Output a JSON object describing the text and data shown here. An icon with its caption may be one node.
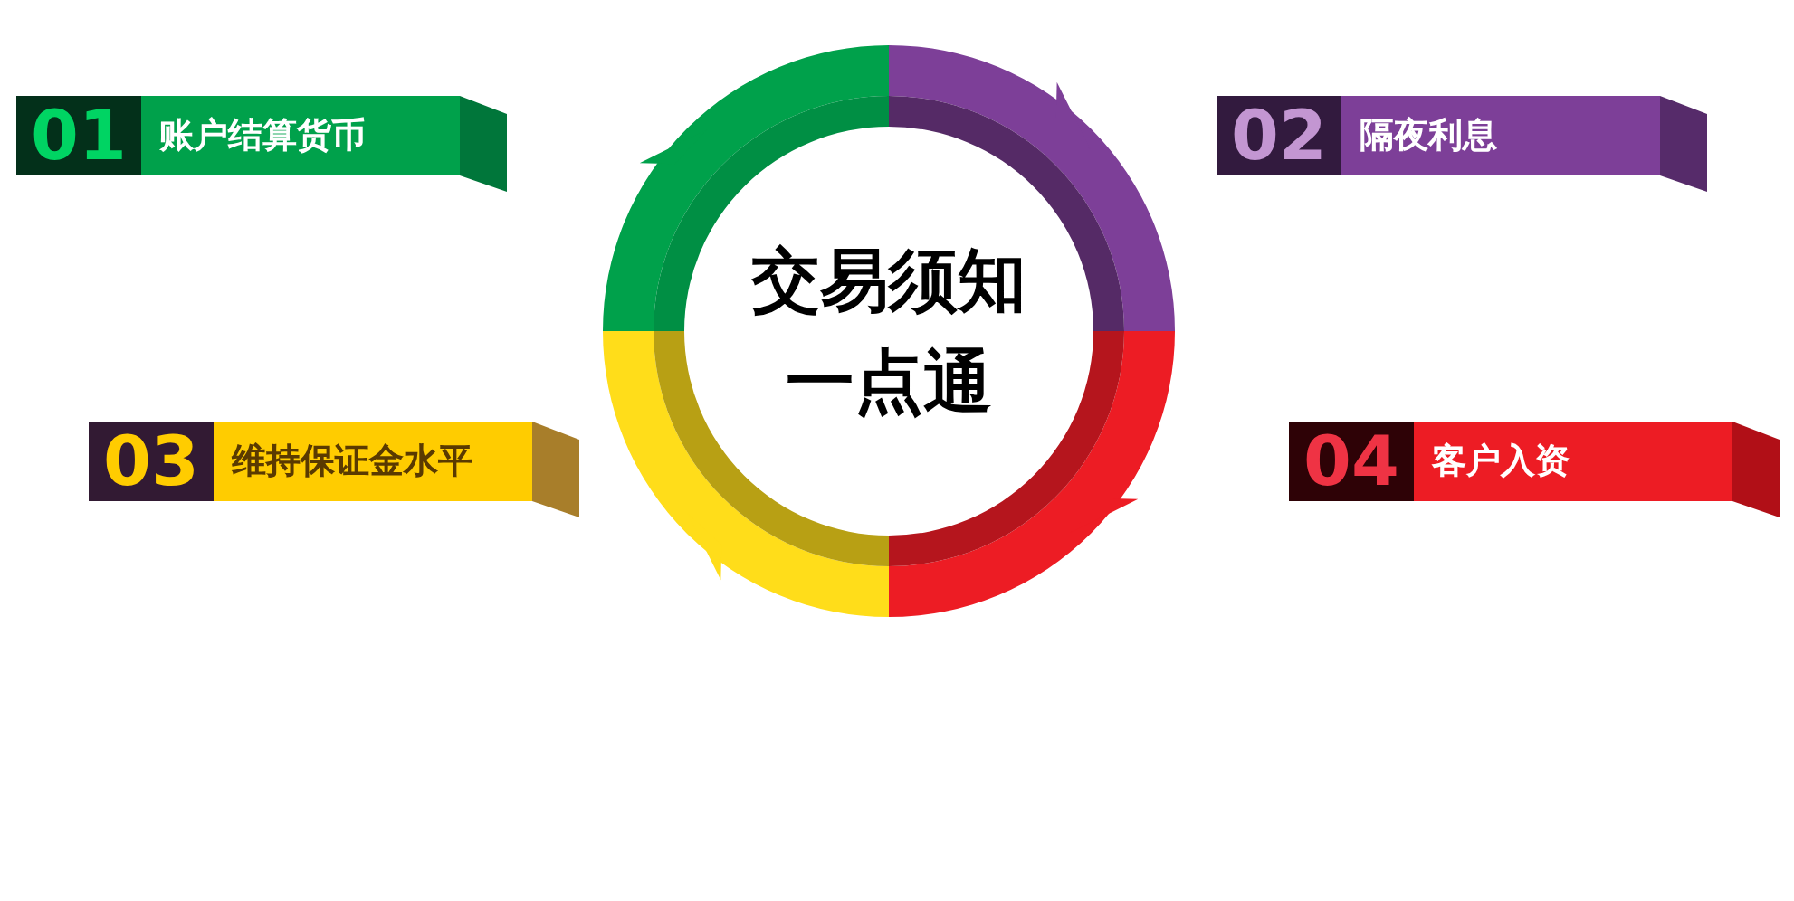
{
  "diagram": {
    "nodes": [
      {
        "text": [
          "交易须知一点通"
        ]
      },
      {
        "text": [
          "01",
          "账户结算货币"
        ]
      },
      {
        "text": [
          "02",
          "隔夜利息"
        ]
      },
      {
        "text": [
          "03",
          "维持保证金水平"
        ]
      },
      {
        "text": [
          "04",
          "客户入资"
        ]
      }
    ]
  }
}
